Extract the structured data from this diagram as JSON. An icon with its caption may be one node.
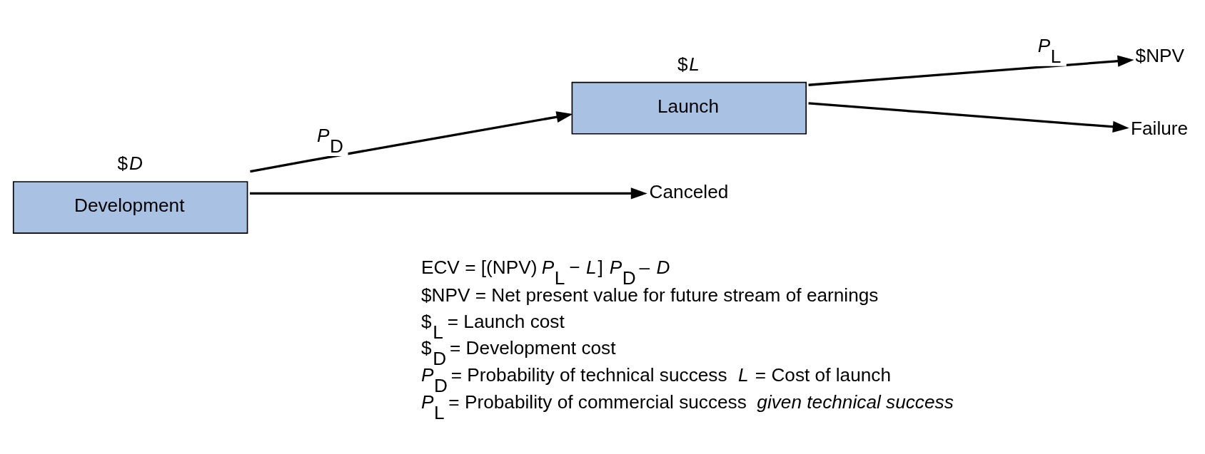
{
  "diagram": {
    "nodes": [
      {
        "text": [
          "Development"
        ],
        "beside": [
          "$*D*"
        ]
      },
      {
        "text": [
          "Launch"
        ],
        "beside": [
          "$*L*"
        ]
      },
      {
        "text": [
          "$NPV"
        ]
      },
      {
        "text": [
          "Failure"
        ]
      },
      {
        "text": [
          "Canceled"
        ]
      }
    ],
    "edges": [
      {
        "from": 0,
        "to": 1,
        "arrow": "to",
        "label": "*P*$_{D}$"
      },
      {
        "from": 0,
        "to": 4,
        "arrow": "to"
      },
      {
        "from": 1,
        "to": 2,
        "arrow": "to",
        "label": "*P*$_{L}$"
      },
      {
        "from": 1,
        "to": 3,
        "arrow": "to"
      }
    ],
    "labels": [
      "ECV = [(NPV) *P*$_{L}$ − *L*] *P*$_{D}$ – *D*",
      "$NPV = Net present value for future stream of earnings",
      "$$_{L}$ = Launch cost",
      "$$_{D}$ = Development cost",
      "*P*$_{D}$ = Probability of technical success *L* = Cost of launch",
      "*P*$_{L}$ = Probability of commercial success *given technical success*"
    ]
  }
}
